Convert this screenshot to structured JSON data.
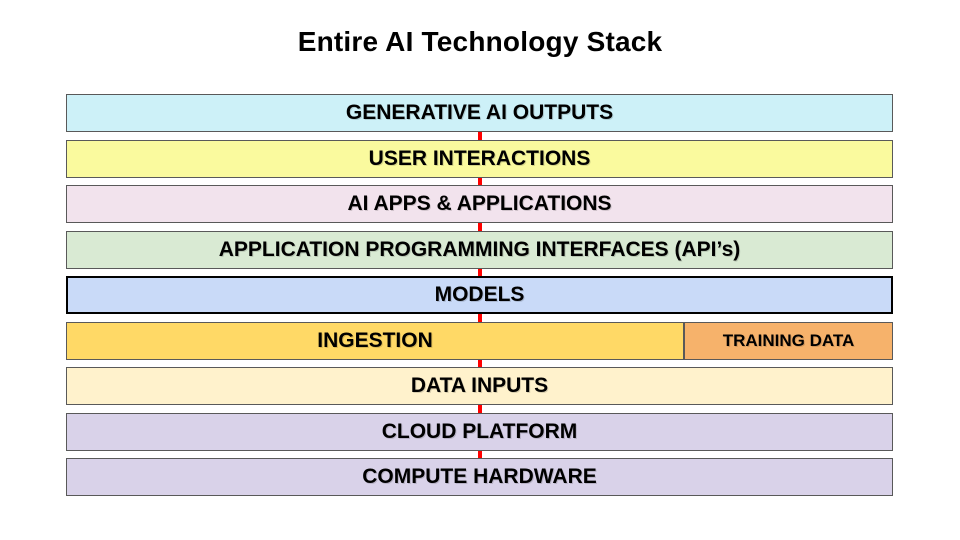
{
  "slide": {
    "title": "Entire AI Technology Stack"
  },
  "connector": {
    "name": "center-dashed-line",
    "color": "#ff0000"
  },
  "stack": {
    "border_color": "#595959",
    "layers": [
      {
        "label": "GENERATIVE AI OUTPUTS",
        "color": "#cdf1f8"
      },
      {
        "label": "USER INTERACTIONS",
        "color": "#fafa9e"
      },
      {
        "label": "AI APPS & APPLICATIONS",
        "color": "#f2e3ed"
      },
      {
        "label": "APPLICATION PROGRAMMING INTERFACES (API’s)",
        "color": "#d9ead3"
      },
      {
        "label": "MODELS",
        "color": "#c9daf8",
        "emphasized_border": "#000000"
      },
      {
        "segments": [
          {
            "label": "INGESTION",
            "color": "#ffd966"
          },
          {
            "label": "TRAINING DATA",
            "color": "#f6b26b"
          }
        ]
      },
      {
        "label": "DATA INPUTS",
        "color": "#fff2cc"
      },
      {
        "label": "CLOUD PLATFORM",
        "color": "#d9d2e9"
      },
      {
        "label": "COMPUTE HARDWARE",
        "color": "#d9d2e9"
      }
    ]
  }
}
